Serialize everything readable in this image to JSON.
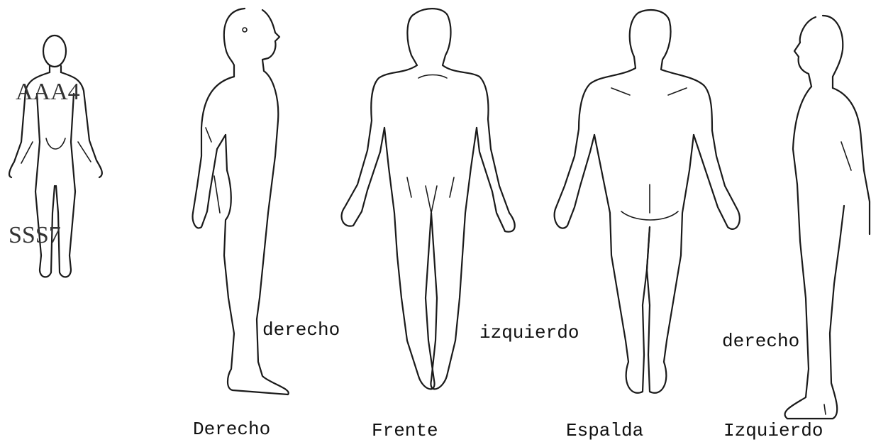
{
  "annotations": {
    "small_top": "AAA4",
    "small_bottom": "SSS7",
    "side_left": "derecho",
    "front_right": "izquierdo",
    "side_right": "derecho"
  },
  "captions": {
    "right_side": "Derecho",
    "front": "Frente",
    "back": "Espalda",
    "left_side": "Izquierdo"
  }
}
